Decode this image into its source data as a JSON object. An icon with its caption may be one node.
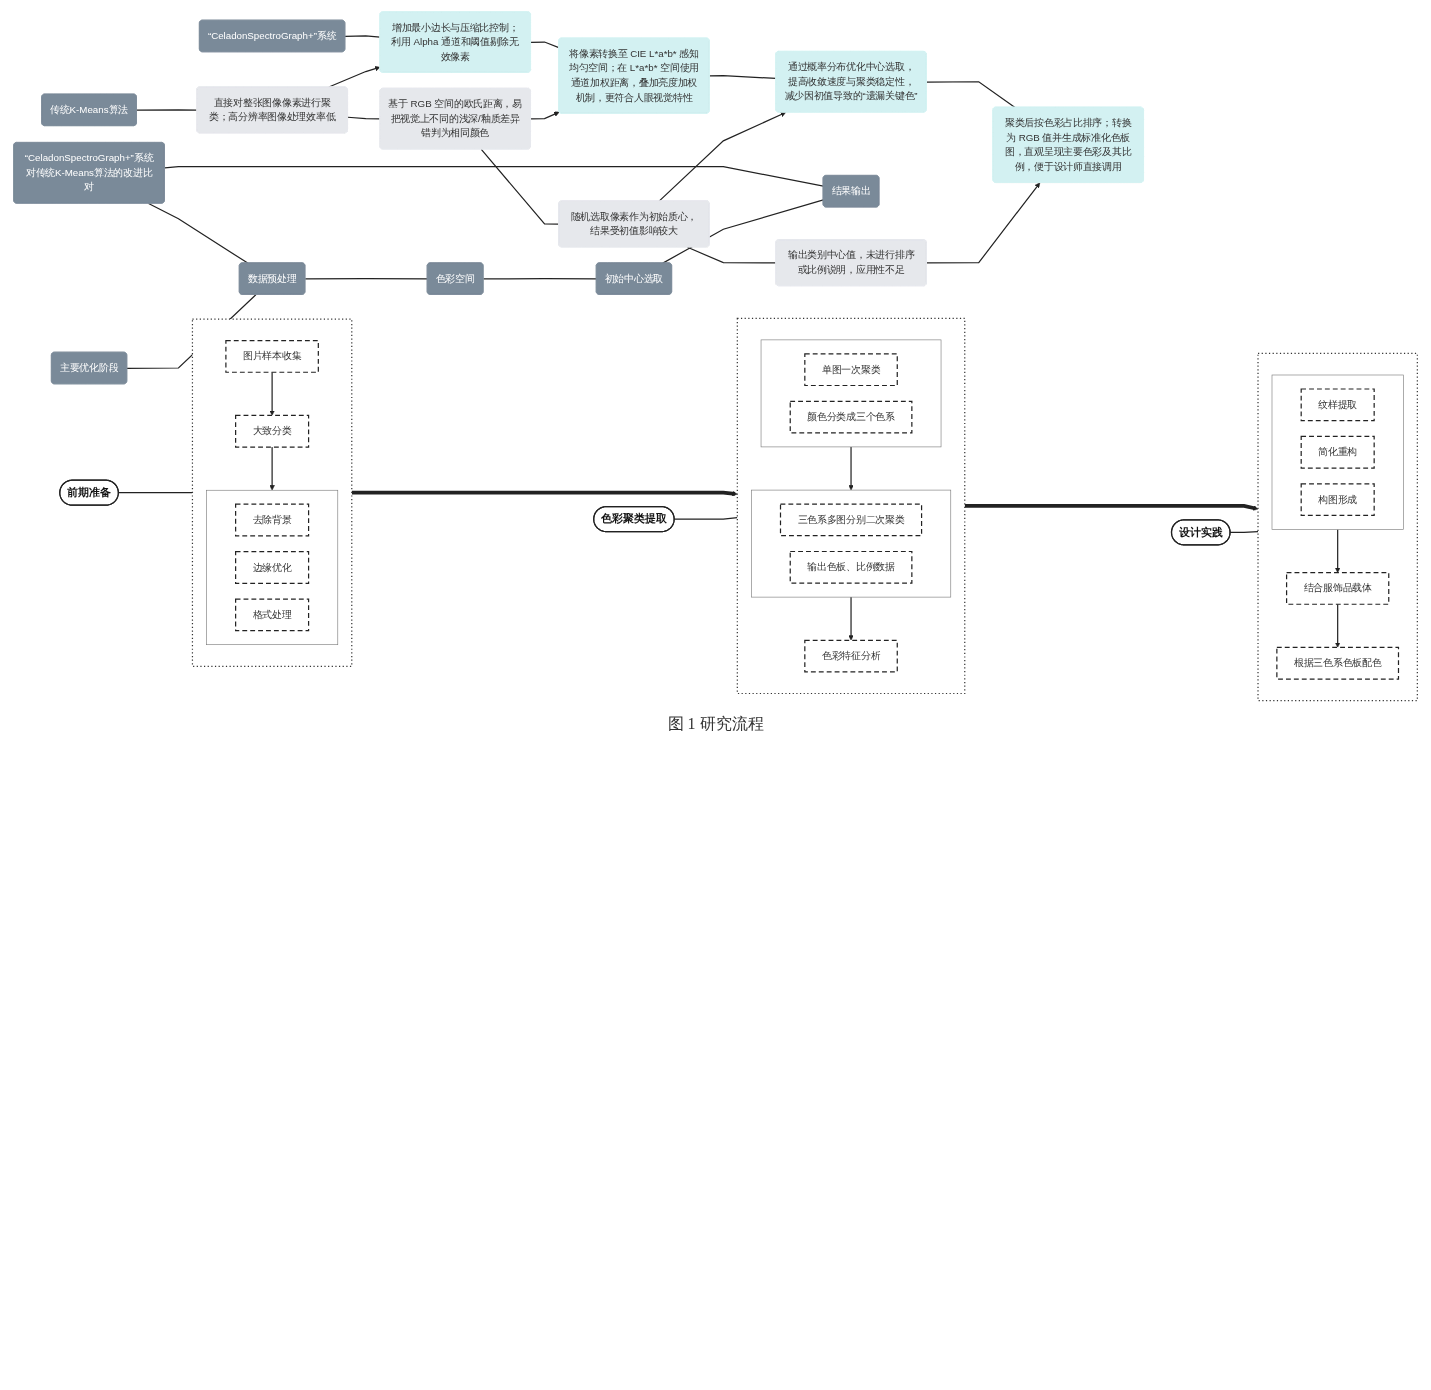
{
  "diagram": {
    "caption": "图 1 研究流程",
    "nodes": [
      {
        "text": [
          "前期准备"
        ]
      },
      {
        "text": [],
        "shape": "box"
      },
      {
        "text": [
          "图片样本收集"
        ],
        "in": 1
      },
      {
        "text": [
          "大致分类"
        ],
        "in": 1
      },
      {
        "text": [],
        "shape": "box",
        "in": 1
      },
      {
        "text": [
          "去除背景"
        ],
        "in": 4
      },
      {
        "text": [
          "边缘优化"
        ],
        "in": 4
      },
      {
        "text": [
          "格式处理"
        ],
        "in": 4
      },
      {
        "text": [
          "色彩聚类提取"
        ]
      },
      {
        "text": [],
        "shape": "box"
      },
      {
        "text": [],
        "shape": "box",
        "in": 9
      },
      {
        "text": [
          "单图一次聚类"
        ],
        "in": 10
      },
      {
        "text": [
          "颜色分类成三个色系"
        ],
        "in": 10
      },
      {
        "text": [],
        "shape": "box",
        "in": 9
      },
      {
        "text": [
          "三色系多图分别二次聚类"
        ],
        "in": 13
      },
      {
        "text": [
          "输出色板、比例数据"
        ],
        "in": 13
      },
      {
        "text": [
          "色彩特征分析"
        ],
        "in": 9
      },
      {
        "text": [
          "设计实践"
        ]
      },
      {
        "text": [],
        "shape": "box"
      },
      {
        "text": [],
        "shape": "box",
        "in": 18
      },
      {
        "text": [
          "纹样提取"
        ],
        "in": 19
      },
      {
        "text": [
          "简化重构"
        ],
        "in": 19
      },
      {
        "text": [
          "构图形成"
        ],
        "in": 19
      },
      {
        "text": [
          "结合服饰品载体"
        ],
        "in": 18
      },
      {
        "text": [
          "根据三色系色板配色"
        ],
        "in": 18
      },
      {
        "text": [
          "“CeladonSpectroGraph+”系统对传统K-Means算法的改进比对"
        ]
      },
      {
        "text": [
          "主要优化阶段"
        ]
      },
      {
        "text": [
          "数据预处理"
        ]
      },
      {
        "text": [
          "色彩空间"
        ]
      },
      {
        "text": [
          "初始中心选取"
        ]
      },
      {
        "text": [
          "结果输出"
        ]
      },
      {
        "text": [
          "传统K-Means算法"
        ]
      },
      {
        "text": [
          "直接对整张图像像素进行聚类；高分辨率图像处理效率低"
        ]
      },
      {
        "text": [
          "基于 RGB 空间的欧氏距离，易把视觉上不同的浅深/釉质差异错判为相同颜色"
        ]
      },
      {
        "text": [
          "随机选取像素作为初始质心，结果受初值影响较大"
        ]
      },
      {
        "text": [
          "输出类别中心值，未进行排序或比例说明，应用性不足"
        ]
      },
      {
        "text": [
          "“CeladonSpectroGraph+”系统"
        ]
      },
      {
        "text": [
          "增加最小边长与压缩比控制；利用 Alpha 通道和阈值剔除无效像素"
        ]
      },
      {
        "text": [
          "将像素转换至 CIE L*a*b* 感知均匀空间；在 L*a*b* 空间使用通道加权距离，叠加亮度加权机制，更符合人眼视觉特性"
        ]
      },
      {
        "text": [
          "通过概率分布优化中心选取，提高收敛速度与聚类稳定性，减少因初值导致的“遗漏关键色”"
        ]
      },
      {
        "text": [
          "聚类后按色彩占比排序；转换为 RGB 值并生成标准化色板图，直观呈现主要色彩及其比例，便于设计师直接调用"
        ]
      }
    ],
    "edges": [
      {
        "from": 0,
        "to": 1,
        "arrow": "none"
      },
      {
        "from": 2,
        "to": 3,
        "arrow": "to"
      },
      {
        "from": 3,
        "to": 4,
        "arrow": "to"
      },
      {
        "from": 1,
        "to": 9,
        "arrow": "to",
        "style": "thick"
      },
      {
        "from": 8,
        "to": 9,
        "arrow": "none"
      },
      {
        "from": 10,
        "to": 13,
        "arrow": "to"
      },
      {
        "from": 13,
        "to": 16,
        "arrow": "to"
      },
      {
        "from": 9,
        "to": 18,
        "arrow": "to",
        "style": "thick"
      },
      {
        "from": 17,
        "to": 18,
        "arrow": "none"
      },
      {
        "from": 19,
        "to": 23,
        "arrow": "to"
      },
      {
        "from": 23,
        "to": 24,
        "arrow": "to"
      },
      {
        "from": 25,
        "to": 27,
        "arrow": "none"
      },
      {
        "from": 25,
        "to": 30,
        "arrow": "none"
      },
      {
        "from": 26,
        "to": 27,
        "arrow": "none"
      },
      {
        "from": 27,
        "to": 28,
        "arrow": "none"
      },
      {
        "from": 28,
        "to": 29,
        "arrow": "none"
      },
      {
        "from": 29,
        "to": 30,
        "arrow": "none"
      },
      {
        "from": 31,
        "to": 32,
        "arrow": "none"
      },
      {
        "from": 32,
        "to": 33,
        "arrow": "none"
      },
      {
        "from": 33,
        "to": 34,
        "arrow": "none"
      },
      {
        "from": 34,
        "to": 35,
        "arrow": "none"
      },
      {
        "from": 36,
        "to": 37,
        "arrow": "none"
      },
      {
        "from": 37,
        "to": 38,
        "arrow": "none"
      },
      {
        "from": 38,
        "to": 39,
        "arrow": "none"
      },
      {
        "from": 39,
        "to": 40,
        "arrow": "none"
      },
      {
        "from": 32,
        "to": 37,
        "arrow": "to"
      },
      {
        "from": 33,
        "to": 38,
        "arrow": "to"
      },
      {
        "from": 34,
        "to": 39,
        "arrow": "to"
      },
      {
        "from": 35,
        "to": 40,
        "arrow": "to"
      }
    ]
  }
}
